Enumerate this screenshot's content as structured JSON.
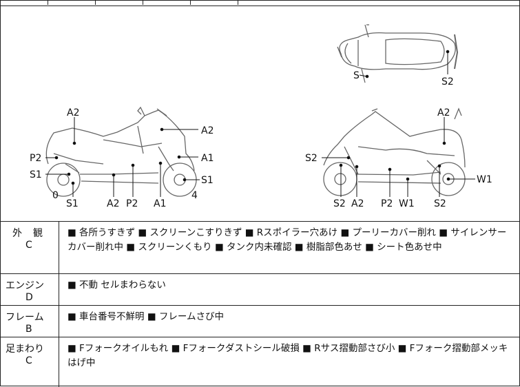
{
  "diagram_labels": {
    "top": {
      "s": "S",
      "s2": "S2"
    },
    "left": {
      "a2_top": "A2",
      "a2_body": "A2",
      "a1": "A1",
      "p2": "P2",
      "s1": "S1",
      "s1_rear": "S1",
      "zero": "0",
      "s1_bottom": "S1",
      "a2_bottom": "A2",
      "p2_bottom": "P2",
      "a1_bottom": "A1",
      "four": "4"
    },
    "right": {
      "a2": "A2",
      "s2": "S2",
      "w1": "W1",
      "s2_b1": "S2",
      "a2_b": "A2",
      "p2_b": "P2",
      "w1_b": "W1",
      "s2_b2": "S2"
    }
  },
  "sections": [
    {
      "name": "外　観",
      "grade": "C",
      "text": "■ 各所うすきず ■ スクリーンこすりきず ■ Rスポイラー穴あけ ■ プーリーカバー削れ ■ サイレンサーカバー削れ中 ■ スクリーンくもり ■ タンク内未確認 ■ 樹脂部色あせ ■ シート色あせ中"
    },
    {
      "name": "エンジン",
      "grade": "D",
      "text": "■ 不動 セルまわらない"
    },
    {
      "name": "フレーム",
      "grade": "B",
      "text": "■ 車台番号不鮮明 ■ フレームさび中"
    },
    {
      "name": "足まわり",
      "grade": "C",
      "text": "■ Fフォークオイルもれ ■ Fフォークダストシール破損 ■ Rサス摺動部さび小 ■ Fフォーク摺動部メッキはげ中"
    }
  ]
}
